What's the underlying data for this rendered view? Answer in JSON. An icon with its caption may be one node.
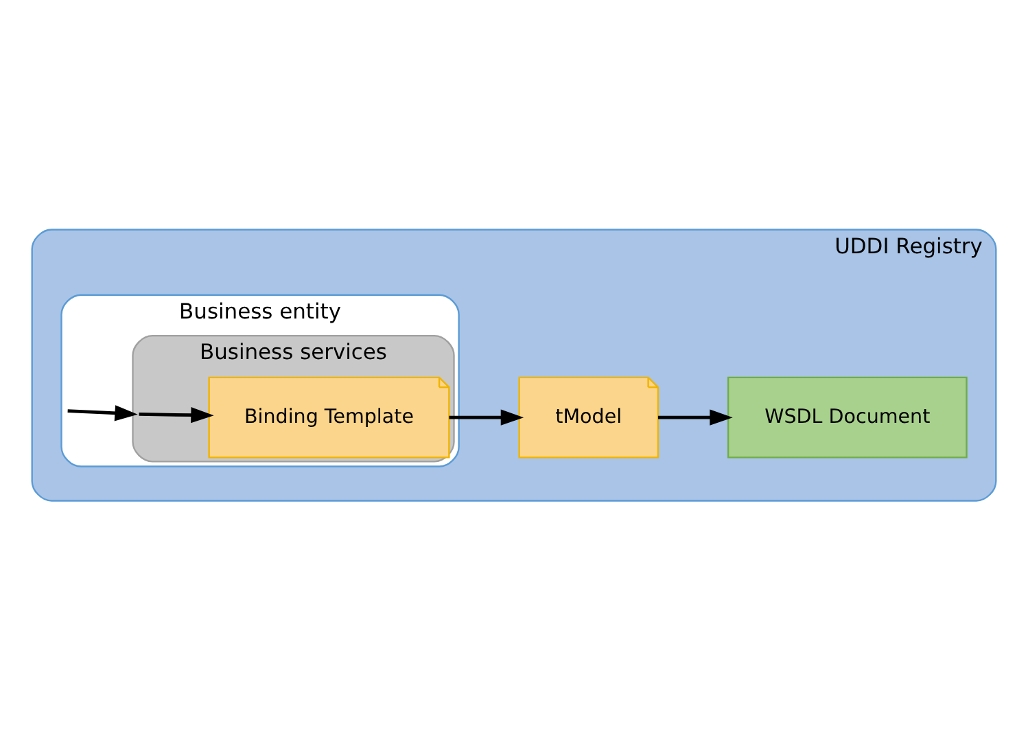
{
  "diagram": {
    "nodes": [
      {
        "text": [
          "UDDI Registry"
        ]
      },
      {
        "text": [
          "Business entity"
        ],
        "in": 0
      },
      {
        "text": [
          "Business services"
        ],
        "in": 1
      },
      {
        "text": [
          "Binding Template"
        ],
        "in": 2
      },
      {
        "text": [
          "tModel"
        ],
        "in": 0
      },
      {
        "text": [
          "WSDL Document"
        ],
        "in": 0
      }
    ],
    "edges": [
      {
        "from": 1,
        "to": 2,
        "arrow": "to"
      },
      {
        "from": 2,
        "to": 3,
        "arrow": "to"
      },
      {
        "from": 3,
        "to": 4,
        "arrow": "to"
      },
      {
        "from": 4,
        "to": 5,
        "arrow": "to"
      }
    ]
  }
}
